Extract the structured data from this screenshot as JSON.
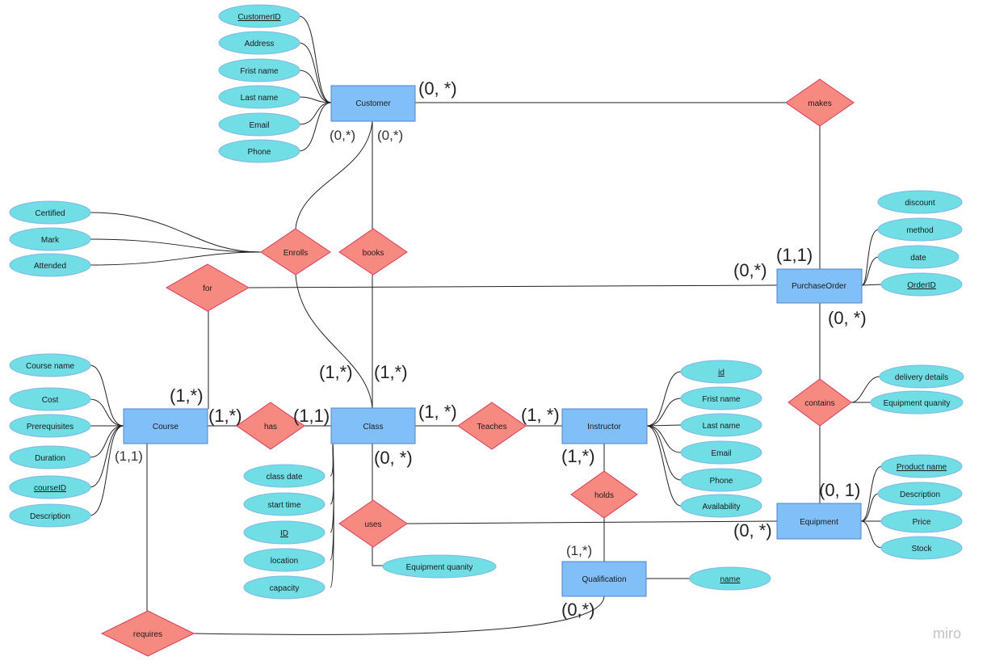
{
  "entities": {
    "customer": "Customer",
    "purchase_order": "PurchaseOrder",
    "course": "Course",
    "class": "Class",
    "instructor": "Instructor",
    "equipment": "Equipment",
    "qualification": "Qualification"
  },
  "relationships": {
    "makes": "makes",
    "enrolls": "Enrolls",
    "books": "books",
    "for": "for",
    "has": "has",
    "teaches": "Teaches",
    "contains": "contains",
    "holds": "holds",
    "uses": "uses",
    "requires": "requires"
  },
  "attributes": {
    "customer": [
      "CustomerID",
      "Address",
      "Frist name",
      "Last name",
      "Email",
      "Phone"
    ],
    "enrolls": [
      "Certified",
      "Mark",
      "Attended"
    ],
    "purchase_order": [
      "discount",
      "method",
      "date",
      "OrderID"
    ],
    "course": [
      "Course name",
      "Cost",
      "Prerequisites",
      "Duration",
      "courseID",
      "Description"
    ],
    "class": [
      "class date",
      "start time",
      "ID",
      "location",
      "capacity"
    ],
    "instructor": [
      "id",
      "Frist name",
      "Last name",
      "Email",
      "Phone",
      "Availability"
    ],
    "contains": [
      "delivery details",
      "Equipment quanity"
    ],
    "equipment": [
      "Product name",
      "Description",
      "Price",
      "Stock"
    ],
    "uses": [
      "Equipment quanity"
    ],
    "qualification": [
      "name"
    ]
  },
  "key_attributes": [
    "CustomerID",
    "OrderID",
    "courseID",
    "ID",
    "id",
    "Product name",
    "name"
  ],
  "cardinalities": {
    "customer_makes": "(0, *)",
    "customer_enrolls": "(0,*)",
    "customer_books": "(0,*)",
    "po_makes": "(1,1)",
    "po_for": "(0,*)",
    "po_contains": "(0, *)",
    "course_for": "(1,*)",
    "course_has": "(1,*)",
    "course_requires": "(1,1)",
    "class_enrolls": "(1,*)",
    "class_books": "(1,*)",
    "class_has": "(1,1)",
    "class_teaches": "(1, *)",
    "class_uses": "(0, *)",
    "instructor_teaches": "(1, *)",
    "instructor_holds": "(1,*)",
    "qualification_holds": "(1,*)",
    "qualification_requires": "(0,*)",
    "equipment_contains": "(0, 1)",
    "equipment_uses": "(0, *)"
  },
  "watermark": "miro",
  "colors": {
    "entity_fill": "#80bff7",
    "entity_stroke": "#4f86c8",
    "relationship_fill": "#f78a80",
    "relationship_stroke": "#d83a5a",
    "attribute_fill": "#70dee4",
    "attribute_stroke": "#7fb6e8"
  }
}
